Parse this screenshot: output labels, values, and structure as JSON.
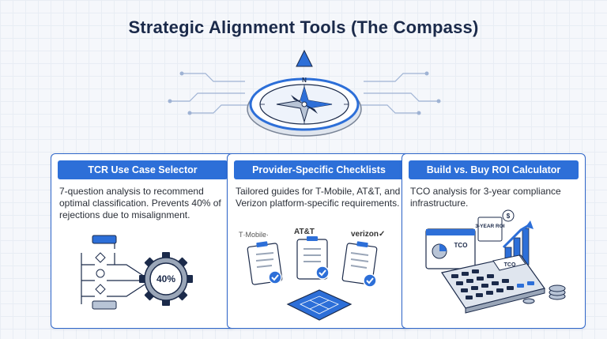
{
  "title": "Strategic Alignment Tools (The Compass)",
  "compass": {
    "north_label": "N"
  },
  "cards": [
    {
      "header": "TCR Use Case Selector",
      "description": "7-question analysis to recommend optimal classification. Prevents 40% of rejections due to misalignment.",
      "gear_label": "40%"
    },
    {
      "header": "Provider-Specific Checklists",
      "description": "Tailored guides for T-Mobile, AT&T, and Verizon platform-specific requirements.",
      "logos": [
        "T·Mobile·",
        "AT&T",
        "verizon✓"
      ]
    },
    {
      "header": "Build vs. Buy ROI Calculator",
      "description": "TCO analysis for 3-year compliance infrastructure.",
      "chart_label": "TCO",
      "sign_label": "3-YEAR ROI",
      "calculator_label": "TCO",
      "coin_symbol": "$"
    }
  ],
  "colors": {
    "accent": "#2d6fd8",
    "navy": "#1b2a4a",
    "border": "#2f66c9"
  }
}
